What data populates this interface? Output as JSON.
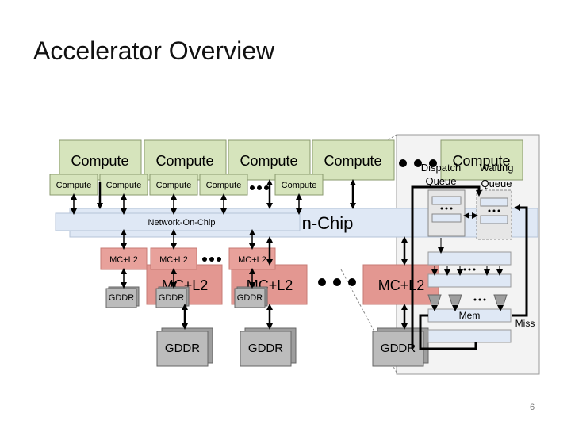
{
  "slide": {
    "title": "Accelerator Overview",
    "page_number": "6"
  },
  "diagram": {
    "compute_label": "Compute",
    "noc_label_small": "Network-On-Chip",
    "noc_label_large": "n-Chip",
    "mc_label": "MC+L2",
    "gddr_label": "GDDR",
    "dispatch_label_1": "Dispatch",
    "dispatch_label_2": "Queue",
    "waiting_label_1": "Waiting",
    "waiting_label_2": "Queue",
    "mem_label": "Mem",
    "miss_label": "Miss"
  },
  "colors": {
    "compute_fill": "#d6e4bc",
    "compute_stroke": "#8a9a6e",
    "noc_fill": "#dfe8f5",
    "mc_fill": "#e39791",
    "mc_small_fill": "#e8a19b",
    "gddr_fill": "#bcbcbc",
    "zoom_panel_fill": "#f3f3f3"
  }
}
